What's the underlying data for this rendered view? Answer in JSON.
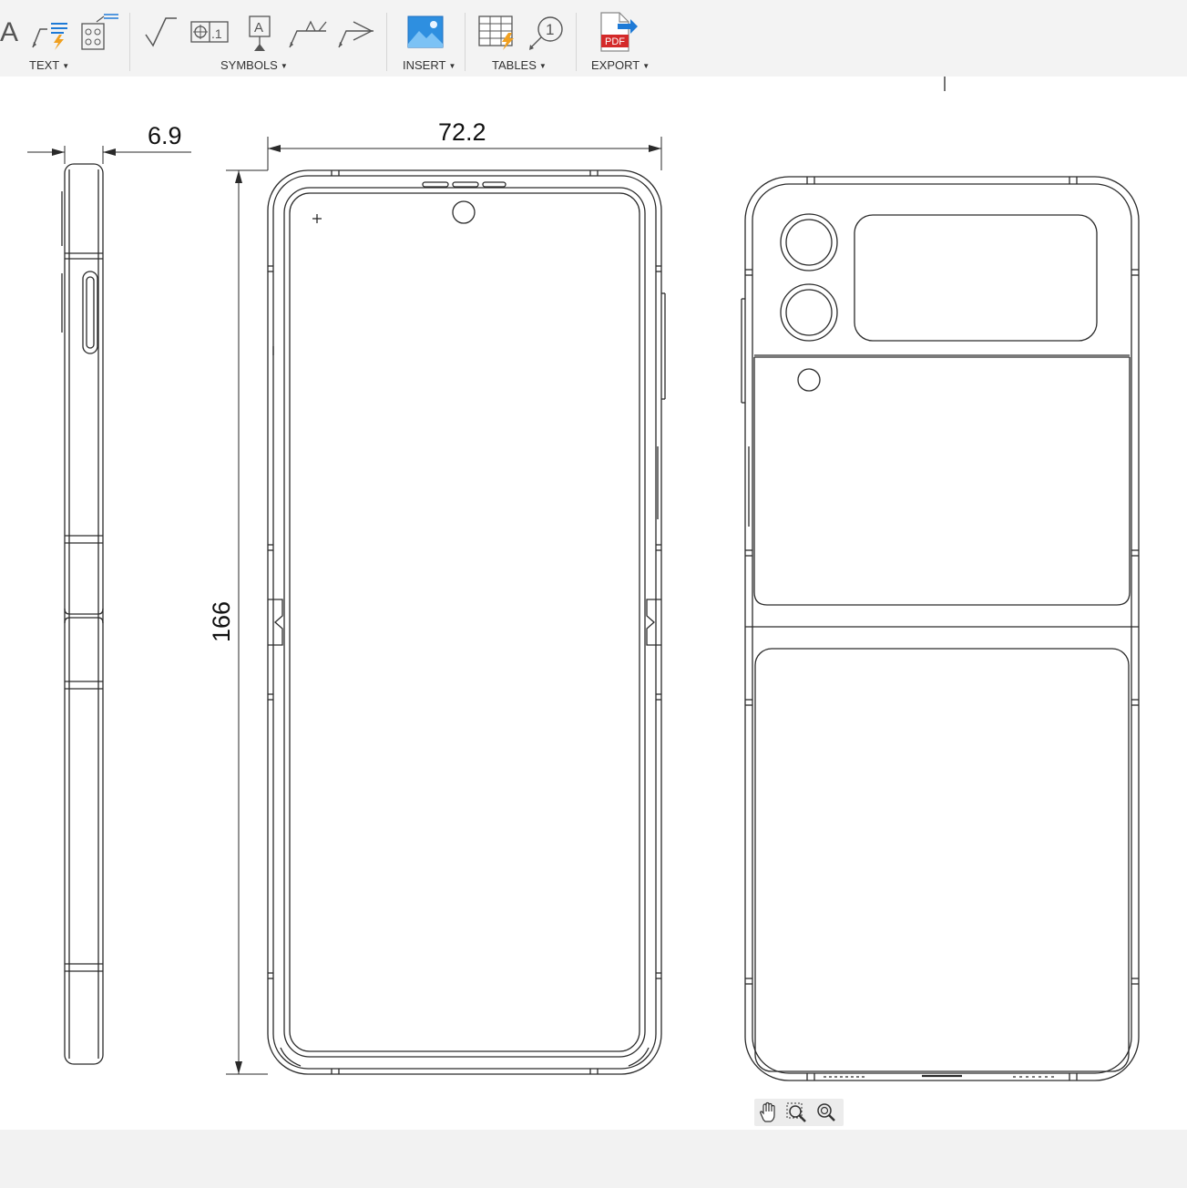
{
  "toolbar": {
    "groups": {
      "text": "TEXT",
      "symbols": "SYMBOLS",
      "insert": "INSERT",
      "tables": "TABLES",
      "export": "EXPORT"
    },
    "icons": {
      "text_a": "A",
      "datum": "A",
      "balloon": "1",
      "pdf": "PDF",
      "feature_control": ".1"
    }
  },
  "drawing": {
    "dimensions": {
      "thickness": "6.9",
      "width": "72.2",
      "height": "166"
    }
  },
  "nav": {
    "tools": [
      "pan-icon",
      "zoom-window-icon",
      "zoom-icon"
    ]
  },
  "colors": {
    "toolbar_bg": "#f3f3f3",
    "line": "#2a2a2a",
    "accent_blue": "#1e7ad6",
    "accent_orange": "#f0a020",
    "pdf_red": "#d42a2a"
  }
}
